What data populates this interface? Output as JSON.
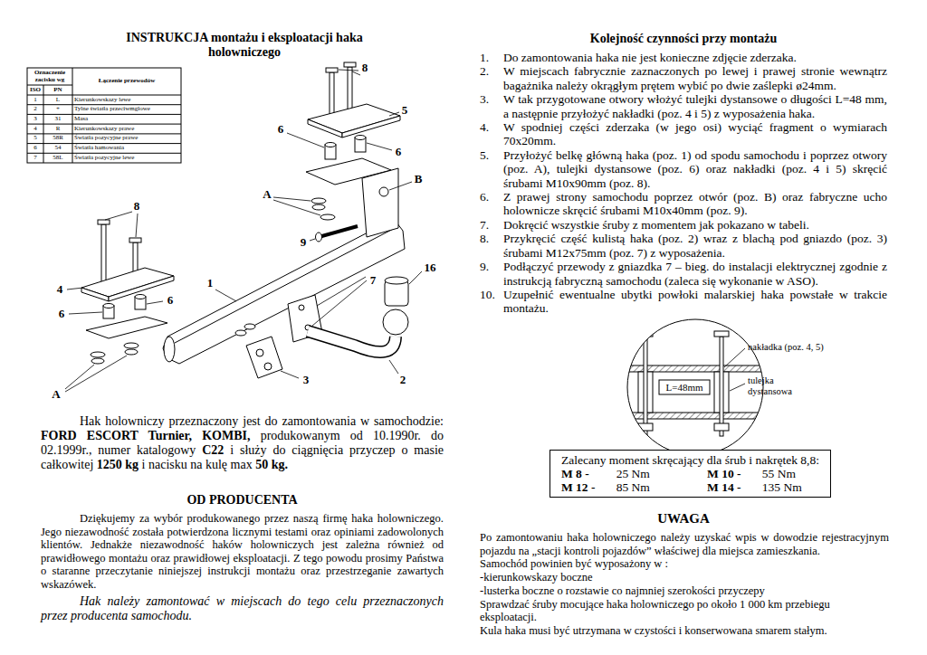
{
  "diagram": {
    "title": "INSTRUKCJA montażu i eksploatacji haka holowniczego",
    "nodes": [
      {
        "text": [
          "Zalecany moment skręcający dla śrub i nakrętek 8,8:",
          "M 8 -",
          "25 Nm",
          "M 10 -",
          "55 Nm",
          "M 12 -",
          "85 Nm",
          "M 14 -",
          "135 Nm"
        ]
      }
    ],
    "edges": [],
    "labels": [
      "Oznaczenie zacisku wg",
      "Łączenie przewodów",
      "ISO",
      "PN",
      "1",
      "L",
      "Kierunkowskazy lewe",
      "2",
      "+",
      "Tylne światła przeciwmgłowe",
      "3",
      "31",
      "Masa",
      "4",
      "R",
      "Kierunkowskazy prawe",
      "5",
      "58R",
      "Światła pozycyjne prawe",
      "6",
      "54",
      "Światła hamowania",
      "7",
      "58L",
      "Światła pozycyjne lewe",
      "8",
      "5",
      "6",
      "6",
      "B",
      "A",
      "8",
      "9",
      "7",
      "16",
      "4",
      "1",
      "6",
      "6",
      "3",
      "2",
      "A",
      "Hak holowniczy przeznaczony jest do zamontowania w samochodzie:",
      "FORD ESCORT Turnier, KOMBI,",
      "produkowanym od 10.1990r. do 02.1999r., numer katalogowy",
      "C22",
      "i służy do ciągnięcia przyczep o masie całkowitej",
      "1250 kg",
      "i nacisku na kulę max",
      "50 kg.",
      "OD PRODUCENTA",
      "Dziękujemy za wybór produkowanego przez naszą firmę haka holowniczego. Jego niezawodność została potwierdzona licznymi testami oraz opiniami zadowolonych klientów. Jednakże niezawodność haków holowniczych jest zależna również od prawidłowego montażu oraz prawidłowej eksploatacji. Z tego powodu prosimy Państwa o staranne przeczytanie niniejszej instrukcji montażu oraz przestrzeganie zawartych wskazówek.",
      "Hak należy zamontować w miejscach do tego celu przeznaczonych przez producenta samochodu.",
      "Kolejność czynności przy montażu",
      "1.",
      "Do zamontowania haka nie jest konieczne zdjęcie zderzaka.",
      "2.",
      "W miejscach fabrycznie zaznaczonych po lewej i prawej stronie wewnątrz bagażnika należy okrągłym prętem wybić po dwie zaślepki ø24mm.",
      "3.",
      "W tak przygotowane otwory włożyć tulejki dystansowe o długości L=48 mm, a następnie przyłożyć nakładki (poz. 4 i 5) z wyposażenia haka.",
      "4.",
      "W spodniej części zderzaka (w jego osi) wyciąć fragment o wymiarach 70x20mm.",
      "5.",
      "Przyłożyć belkę główną haka (poz. 1) od spodu samochodu i poprzez otwory (poz. A), tulejki dystansowe (poz. 6) oraz nakładki (poz. 4 i 5) skręcić śrubami M10x90mm (poz. 8).",
      "6.",
      "Z prawej strony samochodu poprzez otwór (poz. B) oraz fabryczne ucho holownicze skręcić śrubami M10x40mm (poz. 9).",
      "7.",
      "Dokręcić wszystkie śruby z momentem jak pokazano w tabeli.",
      "8.",
      "Przykręcić część kulistą haka (poz. 2) wraz z blachą pod gniazdo (poz. 3) śrubami M12x75mm (poz. 7) z wyposażenia.",
      "9.",
      "Podłączyć przewody z gniazdka 7 – bieg. do instalacji elektrycznej zgodnie z instrukcją fabryczną samochodu (zaleca się wykonanie w ASO).",
      "10.",
      "Uzupełnić ewentualne ubytki powłoki malarskiej haka powstałe w trakcie montażu.",
      "nakładka (poz. 4, 5)",
      "L=48mm",
      "tulejka dystansowa",
      "UWAGA",
      "Po zamontowaniu haka holowniczego należy uzyskać wpis w dowodzie rejestracyjnym pojazdu na „stacji kontroli pojazdów” właściwej dla miejsca zamieszkania.",
      "Samochód powinien być wyposażony w :",
      "-kierunkowskazy boczne",
      "-lusterka boczne o rozstawie co najmniej szerokości przyczepy",
      "Sprawdzać śruby mocujące haka holowniczego po około 1 000 km przebiegu eksploatacji.",
      "Kula haka musi być utrzymana w czystości i konserwowana smarem stałym."
    ]
  }
}
